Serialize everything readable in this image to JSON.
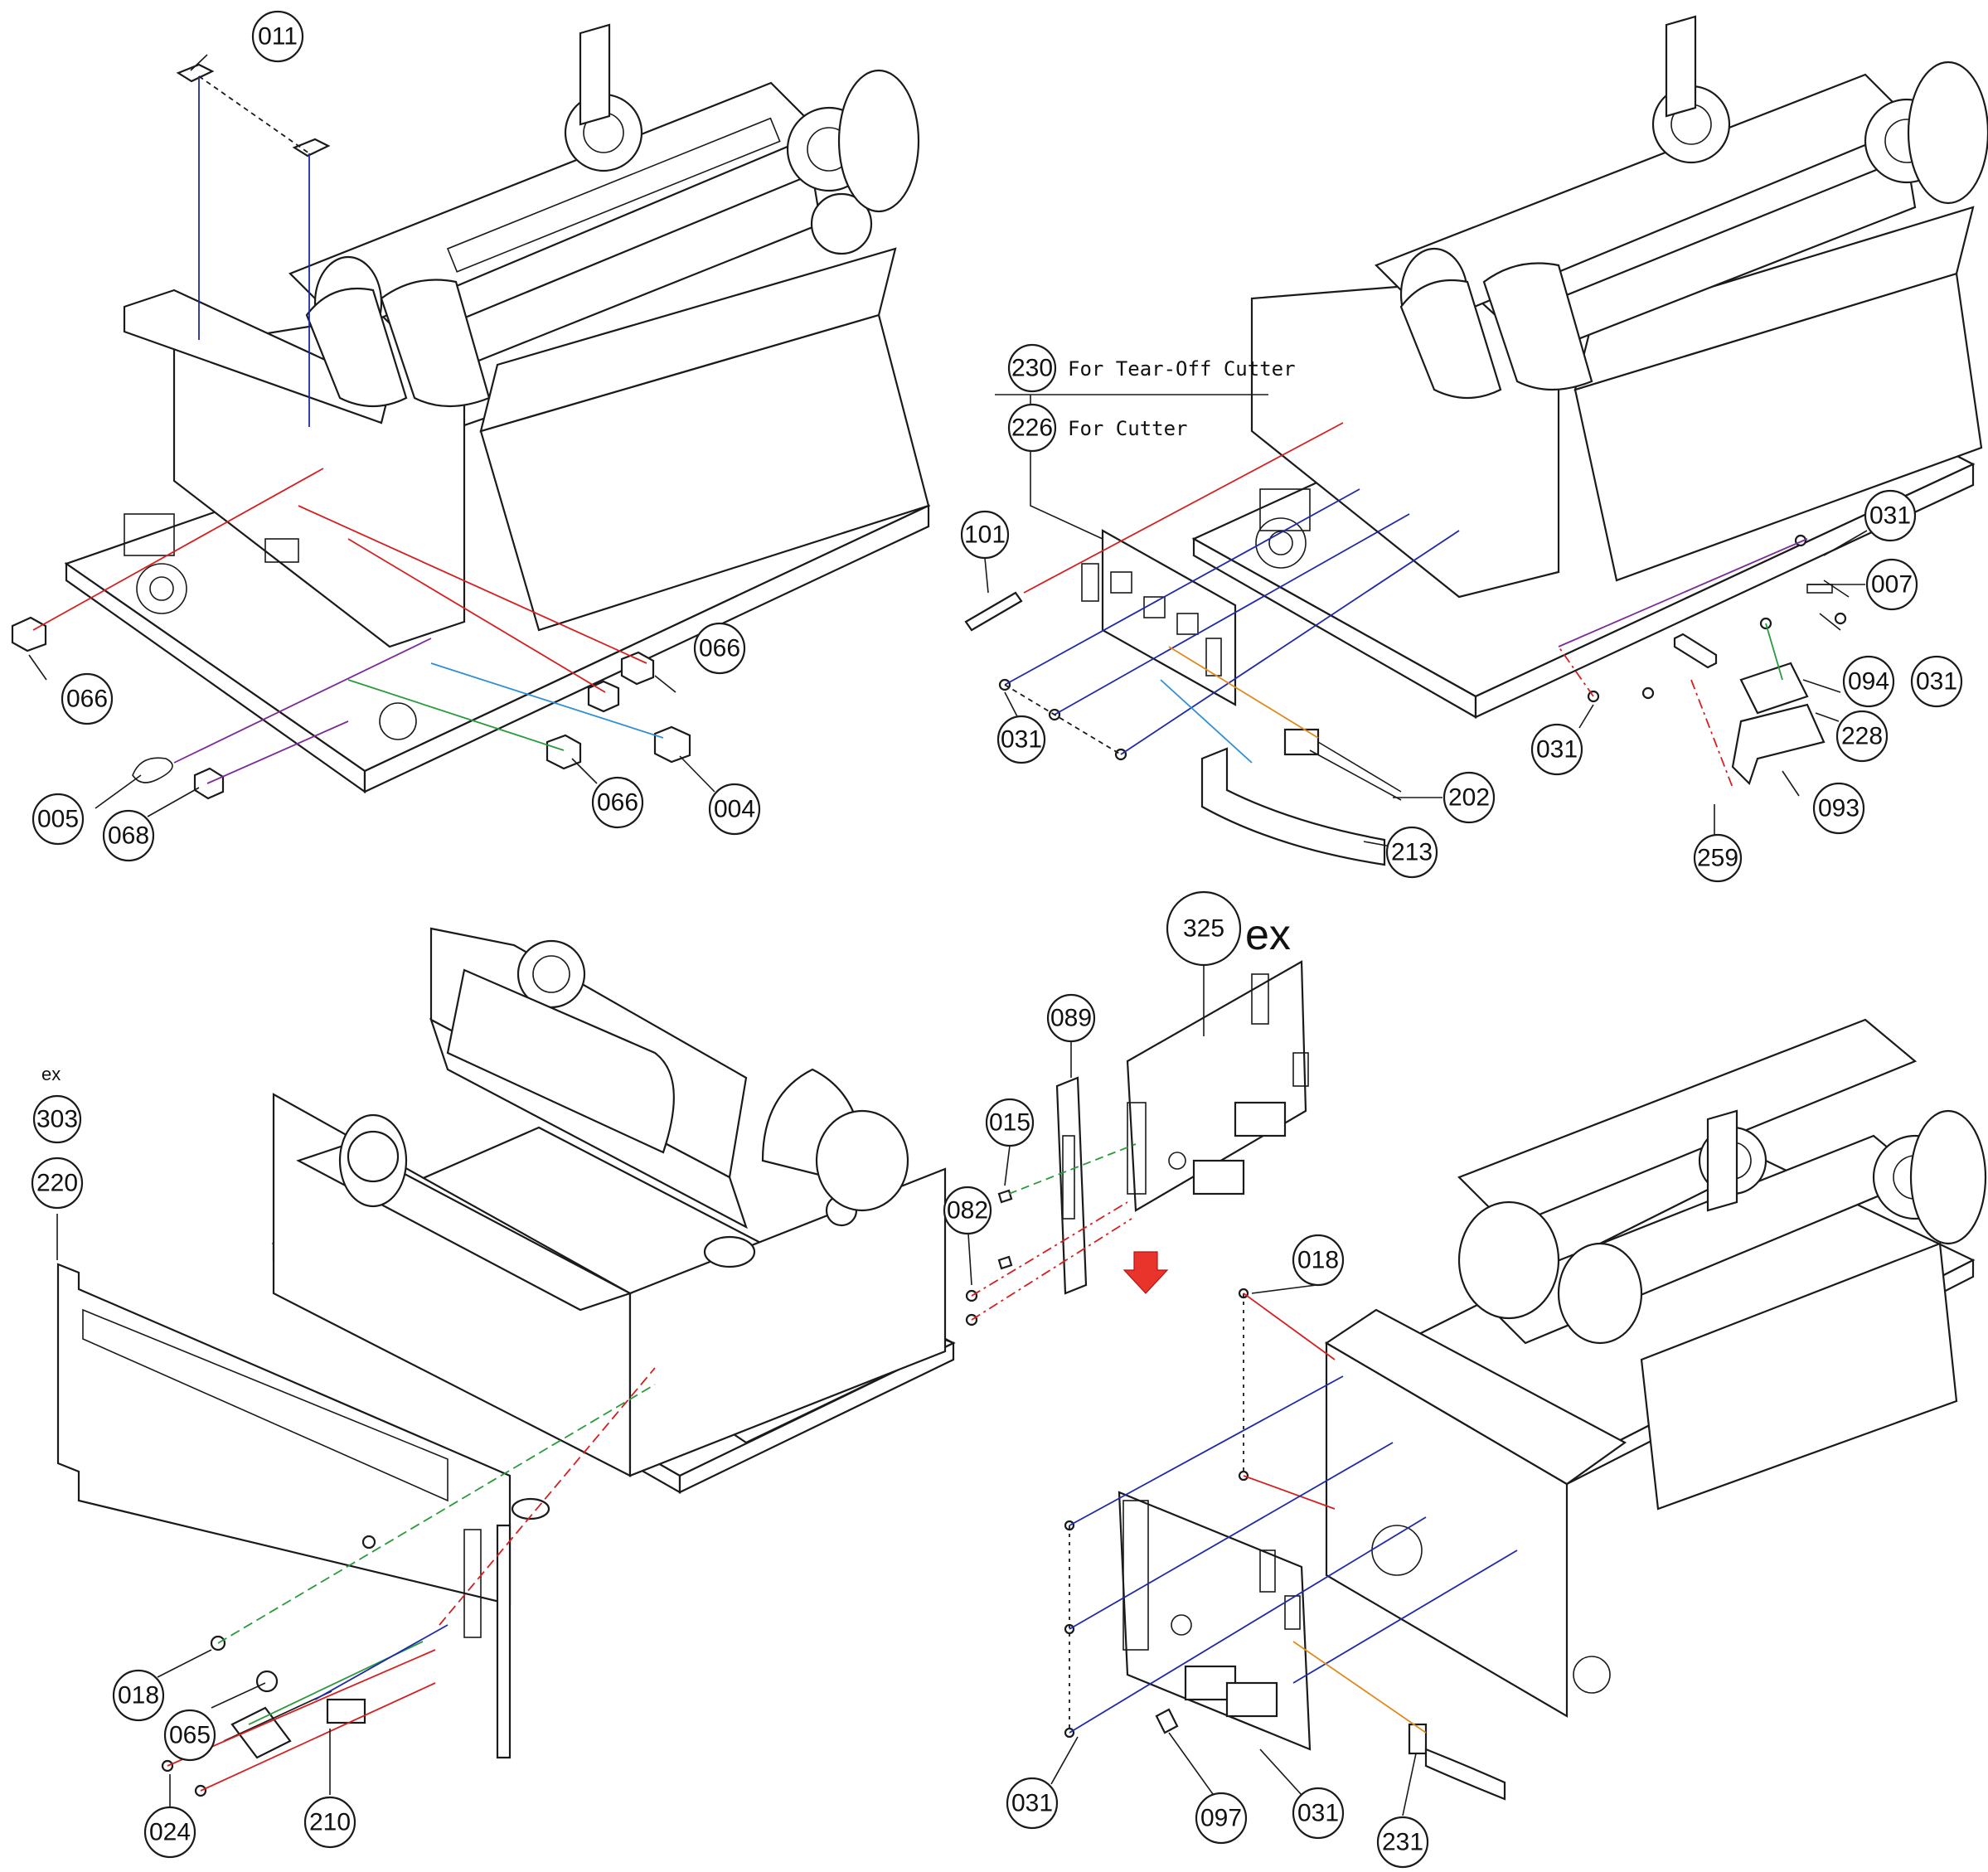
{
  "callouts": {
    "c011": "011",
    "c066a": "066",
    "c066b": "066",
    "c066c": "066",
    "c004": "004",
    "c005": "005",
    "c068": "068",
    "c230": "230",
    "c226": "226",
    "c101": "101",
    "c031a": "031",
    "c202": "202",
    "c213": "213",
    "c031b": "031",
    "c007": "007",
    "c094": "094",
    "c031c": "031",
    "c228": "228",
    "c031d": "031",
    "c093": "093",
    "c259": "259",
    "c325": "325",
    "c089": "089",
    "c015": "015",
    "c082": "082",
    "c018a": "018",
    "c303": "303",
    "c220": "220",
    "c018b": "018",
    "c065": "065",
    "c024": "024",
    "c210": "210",
    "c031e": "031",
    "c097": "097",
    "c031f": "031",
    "c231": "231"
  },
  "notes": {
    "tear_off": "For Tear-Off Cutter",
    "cutter": "For Cutter",
    "ex_325": "ex",
    "ex_303": "ex"
  },
  "colors": {
    "red_line": "#d42020",
    "blue_line": "#1f2aa8",
    "cyan_line": "#2f8fd6",
    "green_line": "#2b9a3a",
    "orange_line": "#e08a1e",
    "purple_line": "#7a2a9a",
    "arrow": "#e8342a"
  }
}
